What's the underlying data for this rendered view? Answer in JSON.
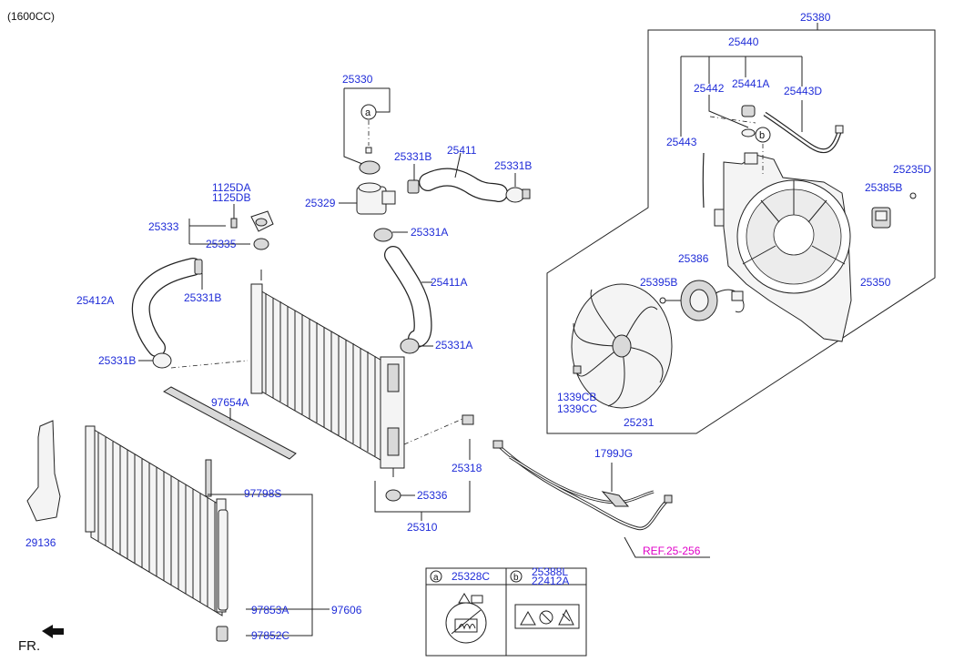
{
  "header": {
    "engine_label": "(1600CC)"
  },
  "footer": {
    "front_label": "FR."
  },
  "part_labels": {
    "p25380": "25380",
    "p25440": "25440",
    "p25442": "25442",
    "p25441A": "25441A",
    "p25443D": "25443D",
    "p25443": "25443",
    "p25235D": "25235D",
    "p25385B": "25385B",
    "p25386": "25386",
    "p25395B": "25395B",
    "p25350": "25350",
    "p1339CB": "1339CB",
    "p1339CC": "1339CC",
    "p25231": "25231",
    "p25330": "25330",
    "p25331B_top": "25331B",
    "p25411": "25411",
    "p25331B_right": "25331B",
    "p25329": "25329",
    "p25331A_top": "25331A",
    "p1125DA": "1125DA",
    "p1125DB": "1125DB",
    "p25333": "25333",
    "p25335": "25335",
    "p25411A": "25411A",
    "p25412A": "25412A",
    "p25331B_left": "25331B",
    "p25331A_mid": "25331A",
    "p25331B_low": "25331B",
    "p97654A": "97654A",
    "p1799JG": "1799JG",
    "p25318": "25318",
    "p29136": "29136",
    "p97798S": "97798S",
    "p25336": "25336",
    "p25310": "25310",
    "p97853A": "97853A",
    "p97606": "97606",
    "p97852C": "97852C"
  },
  "reference": {
    "text": "REF.25-256"
  },
  "callouts": {
    "a": "a",
    "b": "b"
  },
  "legend": {
    "a_letter": "a",
    "a_part": "25328C",
    "b_letter": "b",
    "b_part_1": "25388L",
    "b_part_2": "22412A"
  },
  "colors": {
    "label": "#1f2cd8",
    "reference": "#e000c8",
    "line": "#222222"
  }
}
